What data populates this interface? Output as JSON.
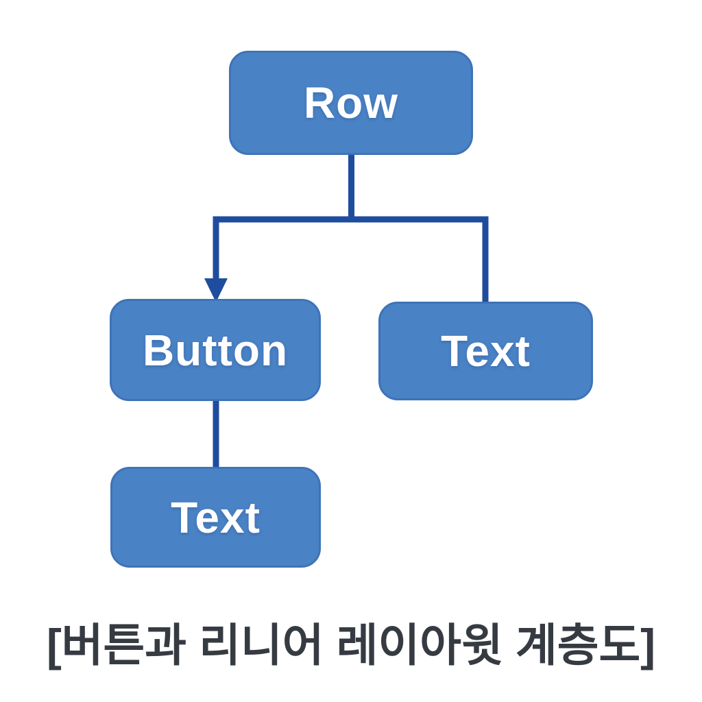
{
  "diagram": {
    "type": "hierarchy-tree",
    "caption": "[버튼과 리니어 레이아윗 계층도]",
    "nodes": [
      {
        "id": "row",
        "label": "Row"
      },
      {
        "id": "button",
        "label": "Button"
      },
      {
        "id": "text-right",
        "label": "Text"
      },
      {
        "id": "text-bottom",
        "label": "Text"
      }
    ],
    "edges": [
      {
        "from": "row",
        "to": "button",
        "arrowhead": true
      },
      {
        "from": "row",
        "to": "text-right",
        "arrowhead": false
      },
      {
        "from": "button",
        "to": "text-bottom",
        "arrowhead": false
      }
    ]
  },
  "colors": {
    "background": "#ffffff",
    "node_fill": "#4a82c6",
    "node_border": "#3e73b7",
    "node_text": "#ffffff",
    "connector": "#1f4d9e",
    "caption_text": "#363b42"
  }
}
